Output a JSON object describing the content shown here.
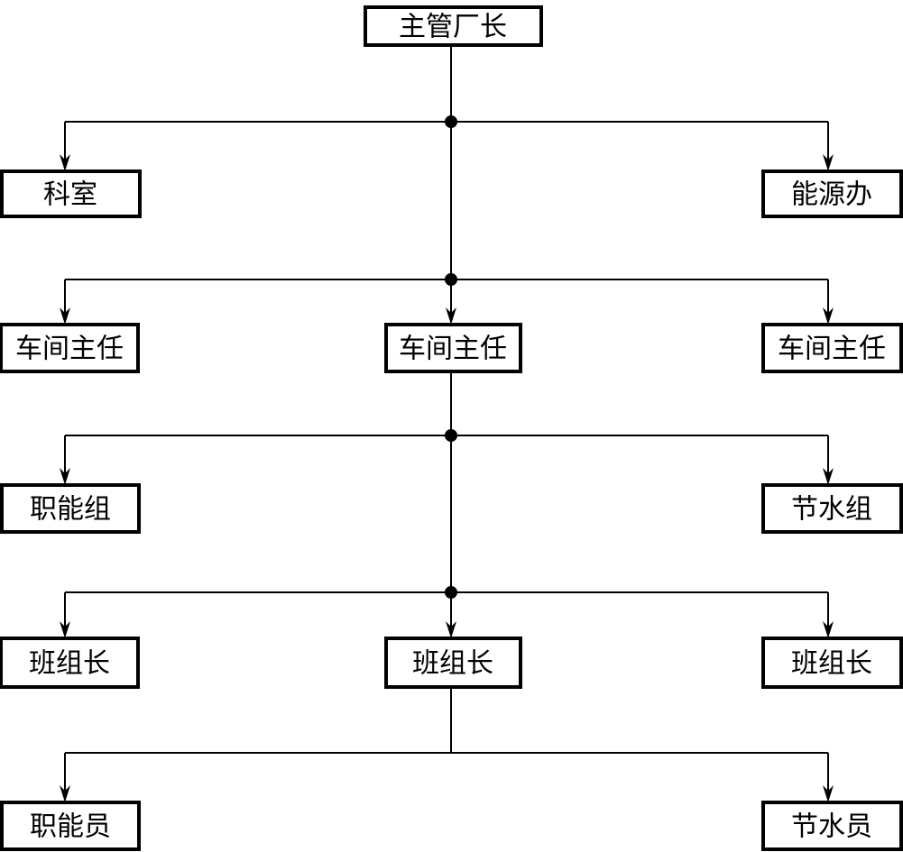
{
  "diagram": {
    "type": "org-chart",
    "nodes": {
      "root": "主管厂长",
      "row2_left": "科室",
      "row2_right": "能源办",
      "row3_left": "车间主任",
      "row3_center": "车间主任",
      "row3_right": "车间主任",
      "row4_left": "职能组",
      "row4_right": "节水组",
      "row5_left": "班组长",
      "row5_center": "班组长",
      "row5_right": "班组长",
      "row6_left": "职能员",
      "row6_right": "节水员"
    },
    "colors": {
      "line": "#000000",
      "box_border": "#000000",
      "box_fill": "#ffffff",
      "background": "#ffffff",
      "text": "#000000"
    }
  }
}
